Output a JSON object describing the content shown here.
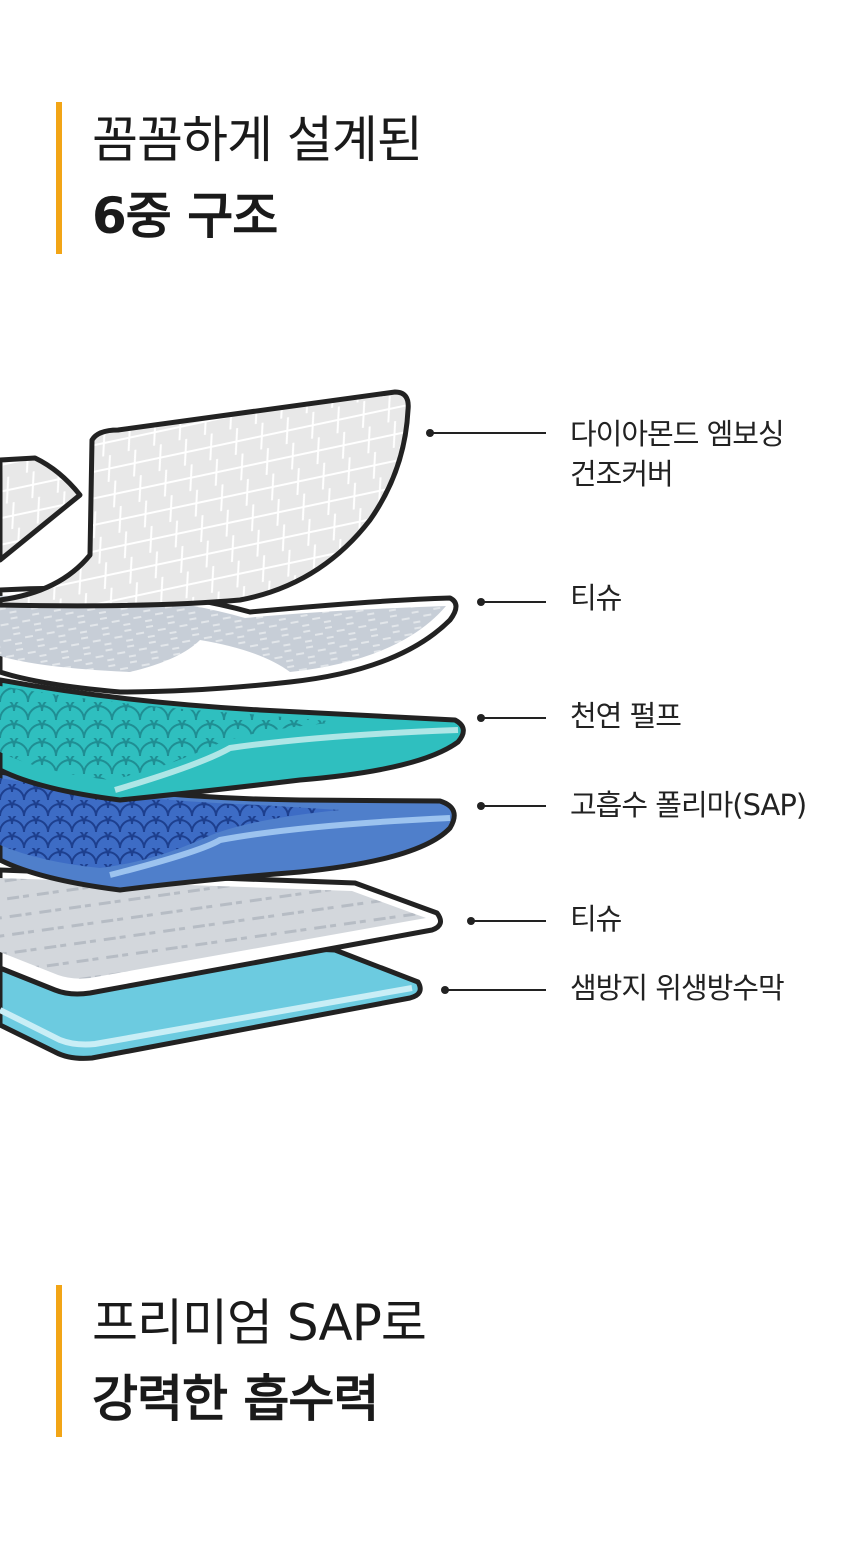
{
  "heading_top": {
    "line1": "꼼꼼하게 설계된",
    "line2": "6중 구조"
  },
  "layers": [
    {
      "line1": "다이아몬드 엠보싱",
      "line2": "건조커버"
    },
    {
      "line1": "티슈"
    },
    {
      "line1": "천연 펄프"
    },
    {
      "line1": "고흡수 폴리마(SAP)"
    },
    {
      "line1": "티슈"
    },
    {
      "line1": "샘방지 위생방수막"
    }
  ],
  "heading_bottom": {
    "line1": "프리미엄 SAP로",
    "line2": "강력한 흡수력"
  },
  "colors": {
    "accent_bar": "#f2a516",
    "cover": "#e7e7e7",
    "tissue": "#c8d0d8",
    "pulp": "#2fbfbf",
    "sap": "#3f6fc6",
    "waterproof": "#6ccbe0"
  }
}
